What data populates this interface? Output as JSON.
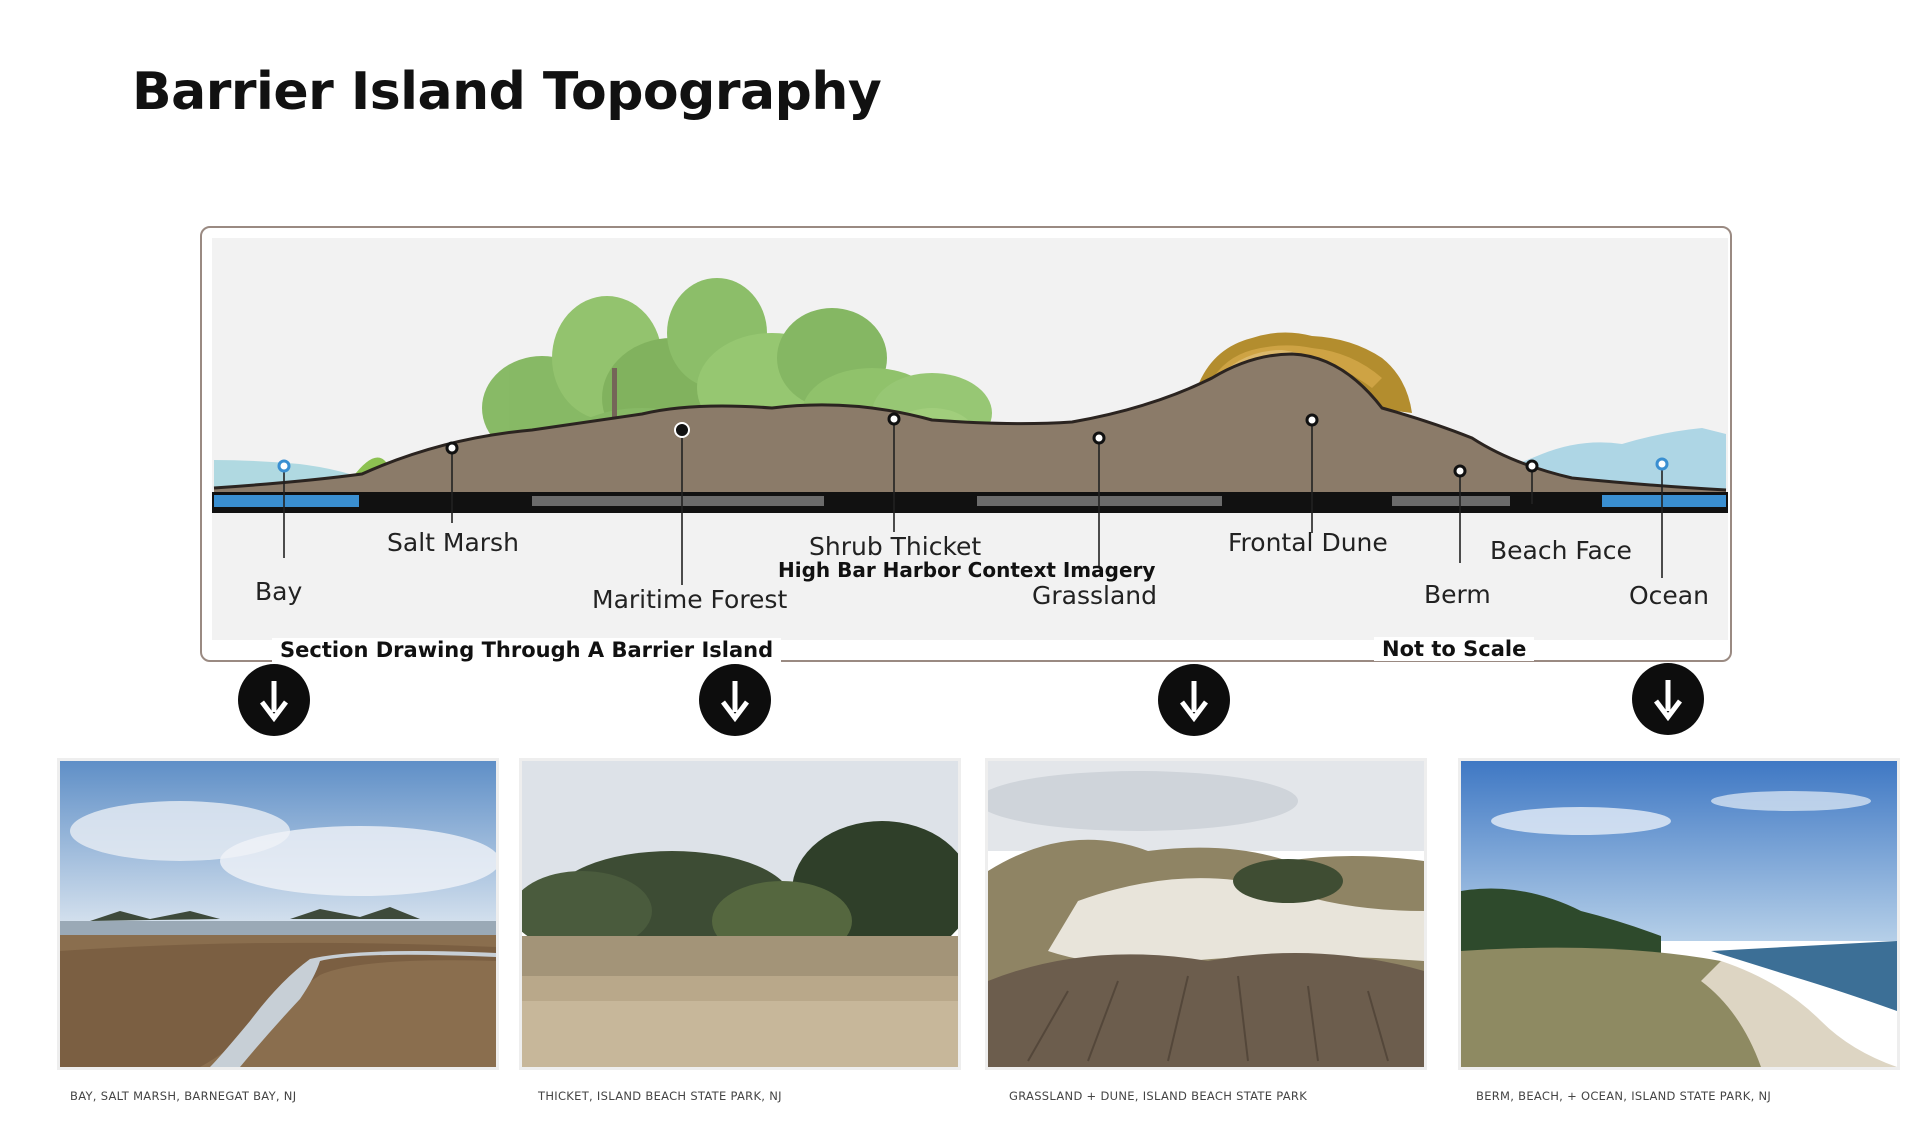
{
  "page": {
    "title": "Barrier Island Topography"
  },
  "section": {
    "context_caption": "High Bar Harbor Context Imagery",
    "drawing_caption": "Section Drawing Through A Barrier Island",
    "scale_caption": "Not to Scale",
    "zones": [
      {
        "name": "Bay"
      },
      {
        "name": "Salt Marsh"
      },
      {
        "name": "Maritime Forest"
      },
      {
        "name": "Shrub Thicket"
      },
      {
        "name": "Grassland"
      },
      {
        "name": "Frontal Dune"
      },
      {
        "name": "Berm"
      },
      {
        "name": "Beach Face"
      },
      {
        "name": "Ocean"
      }
    ],
    "colors": {
      "water": "#3a8fd1",
      "ground": "#8b7b69",
      "vegetation": "#7fb55a",
      "dune_grass": "#a88a30"
    }
  },
  "photos": [
    {
      "caption": "BAY, SALT MARSH, BARNEGAT BAY, NJ",
      "icon": "arrow-down-icon"
    },
    {
      "caption": "THICKET, ISLAND BEACH STATE PARK, NJ",
      "icon": "arrow-down-icon"
    },
    {
      "caption": "GRASSLAND + DUNE, ISLAND BEACH STATE PARK",
      "icon": "arrow-down-icon"
    },
    {
      "caption": "BERM, BEACH, + OCEAN, ISLAND STATE PARK, NJ",
      "icon": "arrow-down-icon"
    }
  ]
}
